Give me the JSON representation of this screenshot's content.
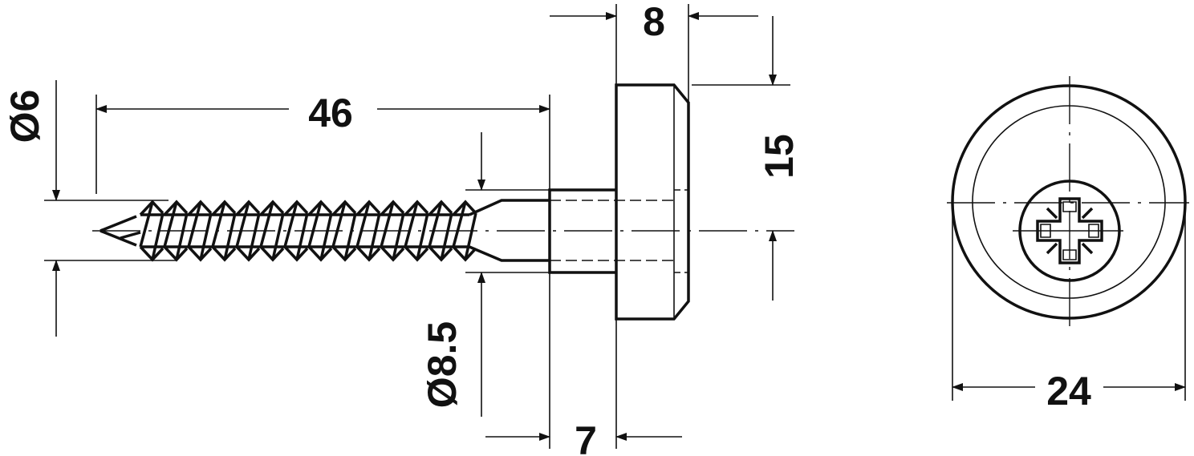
{
  "drawing": {
    "dimensions": {
      "thread_length": "46",
      "head_height": "8",
      "offset_15": "15",
      "thread_diameter": "Ø6",
      "collar_diameter": "Ø8.5",
      "collar_length": "7",
      "head_diameter": "24"
    },
    "colors": {
      "line": "#111111",
      "background": "#ffffff"
    }
  }
}
